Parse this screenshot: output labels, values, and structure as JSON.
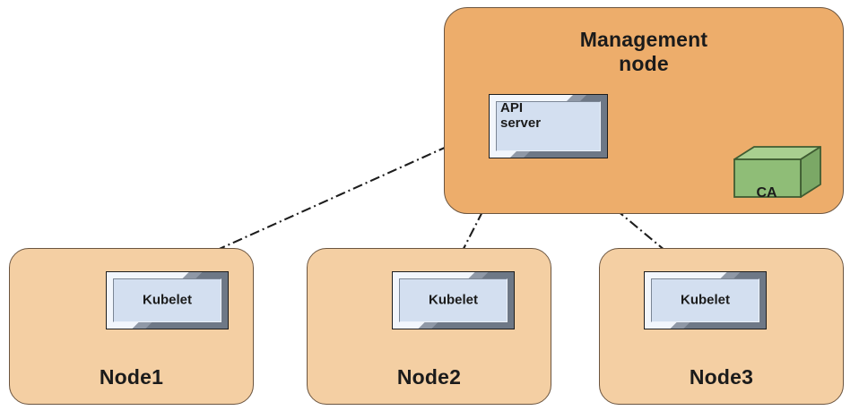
{
  "diagram": {
    "title_semantic": "kubernetes-node-api-server-ca-trust-diagram",
    "background": "#ffffff",
    "colors": {
      "management_node_fill": "#edad6b",
      "node_fill": "#f4cfa3",
      "container_stroke": "#6b5540",
      "component_face": "#d3dff0",
      "component_frame": "#8f98a6",
      "component_stroke": "#1d1d1d",
      "ca_top": "#a9cf90",
      "ca_front": "#8fbd77",
      "ca_side": "#7ba866",
      "ca_stroke": "#3f5c32",
      "connector_stroke": "#1d1d1d",
      "text": "#1b1b1b"
    },
    "connector_style": "dash-dot"
  },
  "management_node": {
    "label": "Management\nnode",
    "api_server": {
      "label": "API\nserver"
    },
    "ca": {
      "label": "CA",
      "shape": "cuboid"
    }
  },
  "nodes": [
    {
      "label": "Node1",
      "component": {
        "label": "Kubelet"
      }
    },
    {
      "label": "Node2",
      "component": {
        "label": "Kubelet"
      }
    },
    {
      "label": "Node3",
      "component": {
        "label": "Kubelet"
      }
    }
  ],
  "connectors": [
    {
      "from": "api-server",
      "to": "node1-kubelet",
      "arrows": "both"
    },
    {
      "from": "node2-kubelet",
      "to": "api-server",
      "arrows": "both"
    },
    {
      "from": "node3-kubelet",
      "to": "api-server",
      "arrows": "both"
    },
    {
      "from": "api-server",
      "to": "ca",
      "arrows": "both"
    }
  ]
}
